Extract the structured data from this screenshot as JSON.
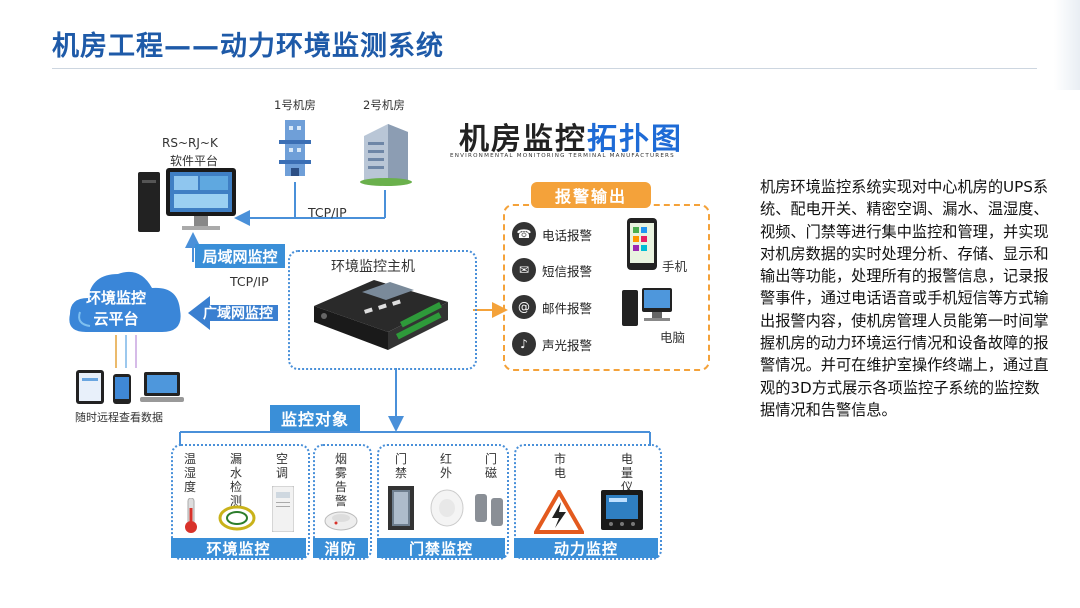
{
  "title": "机房工程——动力环境监测系统",
  "description": "机房环境监控系统实现对中心机房的UPS系统、配电开关、精密空调、漏水、温湿度、视频、门禁等进行集中监控和管理，并实现对机房数据的实时处理分析、存储、显示和输出等功能，处理所有的报警信息，记录报警事件，通过电话语音或手机短信等方式输出报警内容，使机房管理人员能第一时间掌握机房的动力环境运行情况和设备故障的报警情况。并可在维护室操作终端上，通过直观的3D方式展示各项监控子系统的监控数据情况和告警信息。",
  "diagram": {
    "topo_title_main": "机房监控",
    "topo_title_highlight": "拓扑图",
    "topo_subtitle": "ENVIRONMENTAL MONITORING TERMINAL MANUFACTURERS",
    "room1": "1号机房",
    "room2": "2号机房",
    "software_platform_line1": "RS~RJ~K",
    "software_platform_line2": "软件平台",
    "tcpip_top": "TCP/IP",
    "lan_monitor": "局域网监控",
    "tcpip_mid": "TCP/IP",
    "wan_monitor": "广域网监控",
    "cloud_line1": "环境监控",
    "cloud_line2": "云平台",
    "remote_view": "随时远程查看数据",
    "host": "环境监控主机",
    "alarm_output": "报警输出",
    "alarms": [
      "电话报警",
      "短信报警",
      "邮件报警",
      "声光报警"
    ],
    "phone": "手机",
    "computer": "电脑",
    "monitor_objects": "监控对象",
    "env_items": [
      "温湿度",
      "漏水检测",
      "空调"
    ],
    "fire_items": [
      "烟雾告警"
    ],
    "access_items": [
      "门禁",
      "红外",
      "门磁"
    ],
    "power_items": [
      "市电",
      "电量仪"
    ],
    "groups": [
      "环境监控",
      "消防",
      "门禁监控",
      "动力监控"
    ]
  },
  "colors": {
    "accent_blue": "#1e5aa8",
    "tag_blue": "#3a8fd8",
    "orange": "#f4a23a",
    "arrow_blue": "#4a90d9"
  }
}
